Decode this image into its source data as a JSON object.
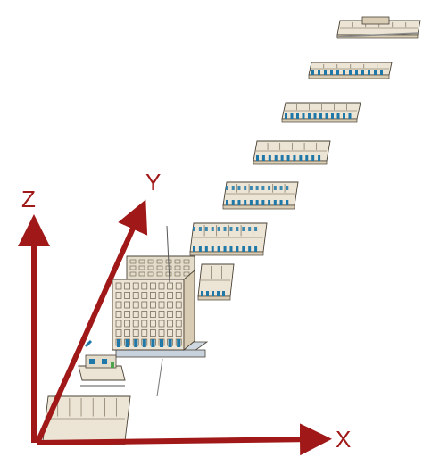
{
  "axes": {
    "x_label": "X",
    "y_label": "Y",
    "z_label": "Z"
  },
  "colors": {
    "axis": "#a01818",
    "wall": "#ece4d4",
    "wall_dark": "#d8ccb4",
    "outline": "#4a4236",
    "window": "#1f78a8",
    "room_line": "#6b5e4b"
  },
  "floor_plan_count": 10
}
